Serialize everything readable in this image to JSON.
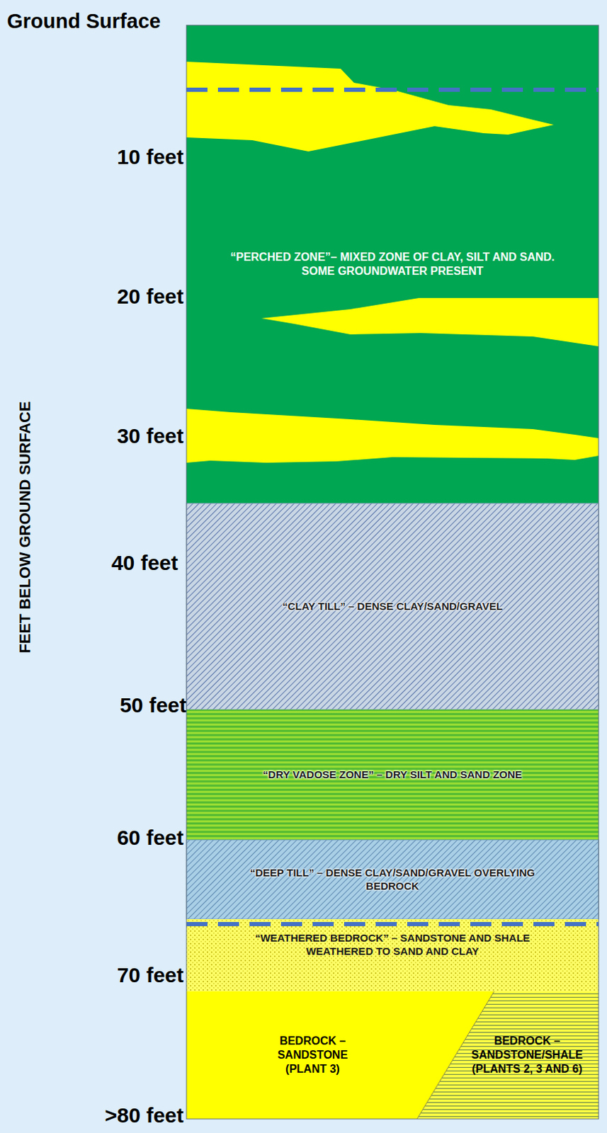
{
  "diagram": {
    "nodes": [
      {
        "text": [
          "“PERCHED ZONE”– MIXED ZONE OF CLAY, SILT AND SAND. SOME GROUNDWATER PRESENT"
        ]
      },
      {
        "text": [
          "“CLAY TILL” – DENSE CLAY/SAND/GRAVEL"
        ]
      },
      {
        "text": [
          "“DRY VADOSE ZONE” – DRY SILT AND SAND ZONE"
        ]
      },
      {
        "text": [
          "“DEEP TILL” – DENSE CLAY/SAND/GRAVEL OVERLYING BEDROCK"
        ]
      },
      {
        "text": [
          "“WEATHERED BEDROCK” – SANDSTONE AND SHALE WEATHERED TO SAND AND CLAY"
        ]
      },
      {
        "text": [
          "BEDROCK – SANDSTONE (PLANT 3)"
        ]
      },
      {
        "text": [
          "BEDROCK – SANDSTONE/SHALE (PLANTS 2, 3 AND 6)"
        ]
      }
    ],
    "labels": [
      "Ground Surface",
      "10 feet",
      "20 feet",
      "30 feet",
      "40 feet",
      "50 feet",
      "60 feet",
      "70 feet",
      ">80 feet",
      "FEET BELOW GROUND SURFACE"
    ]
  }
}
